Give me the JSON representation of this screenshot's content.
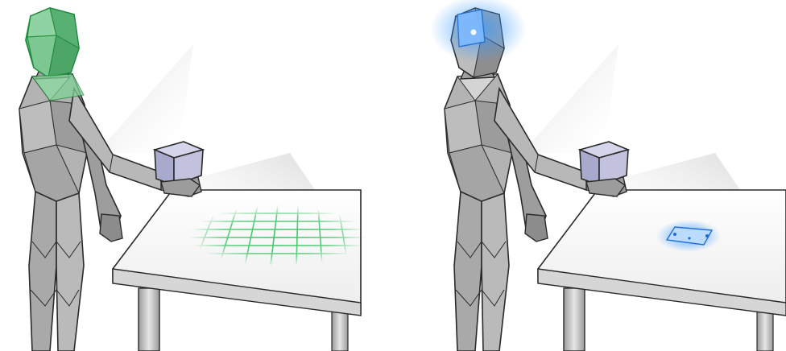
{
  "panels": [
    {
      "id": "left",
      "head_highlight": "green-segmented-head",
      "table_overlay": "green-projected-grid",
      "accent": "#2fbf5a"
    },
    {
      "id": "right",
      "head_highlight": "blue-glowing-eye-sensor",
      "table_overlay": "blue-glowing-card",
      "accent": "#3a9bff"
    }
  ],
  "colors": {
    "figure_fill": "#a9a9a9",
    "figure_shade": "#7a7a7a",
    "figure_stroke": "#2a2a2a",
    "cube_fill": "#b9b9d8",
    "table_top": "#f2f2f2",
    "table_edge": "#cfcfcf",
    "green_accent": "#2fbf5a",
    "blue_accent": "#3a9bff"
  },
  "icons": [
    "humanoid-figure-icon",
    "cube-icon",
    "table-icon",
    "projector-beam-icon"
  ]
}
